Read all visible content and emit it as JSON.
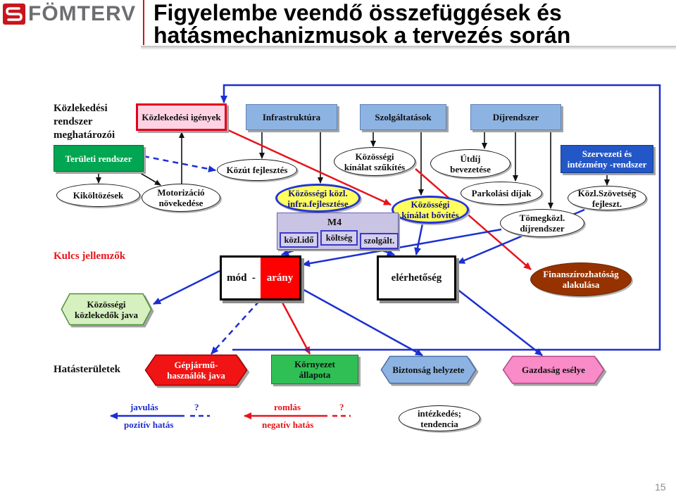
{
  "colors": {
    "positive": "#1c2fd1",
    "negative": "#e8141b",
    "brand": "#c8161d"
  },
  "header": {
    "logo_text": "FÖMTERV",
    "title_line1": "Figyelembe veendő összefüggések és",
    "title_line2": "hatásmechanizmusok a tervezés során"
  },
  "row_labels": {
    "determinants": "Közlekedési\nrendszer\nmeghatározói",
    "key_features": "Kulcs jellemzők",
    "impact_areas": "Hatásterületek"
  },
  "determinants": {
    "demand": "Közlekedési igények",
    "infrastructure": "Infrastruktúra",
    "services": "Szolgáltatások",
    "pricing": "Díjrendszer",
    "land_use": "Területi rendszer",
    "institutions": "Szervezeti és\nintézmény -rendszer"
  },
  "measures": {
    "road_development": "Közút fejlesztés",
    "service_reduction": "Közösségi\nkínálat szűkítés",
    "toll_introduction": "Útdíj\nbevezetése",
    "suburbanization": "Kiköltözések",
    "motorization": "Motorizáció\nnövekedése",
    "pt_infra_development": "Közösségi közl.\ninfra.fejlesztése",
    "service_expansion": "Közösségi\nkínálat bővítés",
    "parking_fees": "Parkolási díjak",
    "pt_fare_system": "Tömegközl.\ndíjrendszer",
    "pt_association": "Közl.Szövetség\nfejleszt."
  },
  "m4": {
    "label": "M4",
    "travel_time": "közl.idő",
    "cost": "költség",
    "service": "szolgált."
  },
  "key_features": {
    "modal_split_left": "mód  -",
    "modal_split_right": "arány",
    "accessibility": "elérhetőség",
    "financing": "Finanszírozhatóság\nalakulása",
    "pt_users_benefit": "Közösségi\nközlekedők java"
  },
  "impact_areas": {
    "car_users_benefit": "Gépjármű-\nhasználók java",
    "environment": "Környezet\nállapota",
    "safety": "Biztonság helyzete",
    "economy": "Gazdaság esélye"
  },
  "legend": {
    "improvement": "javulás",
    "improvement_uncertain": "?",
    "positive_effect": "pozitív hatás",
    "deterioration": "romlás",
    "deterioration_uncertain": "?",
    "negative_effect": "negatív hatás",
    "measure_trend": "intézkedés;\ntendencia"
  },
  "page_number": "15"
}
